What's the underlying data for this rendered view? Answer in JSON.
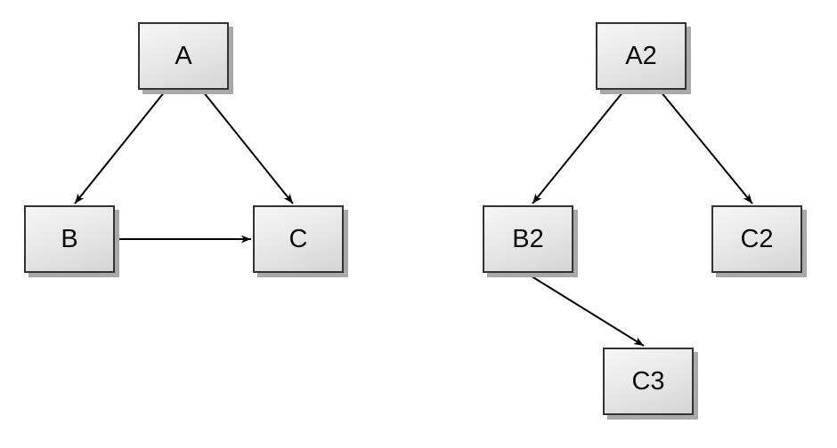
{
  "diagram": {
    "left_graph": {
      "nodes": [
        {
          "id": "A",
          "label": "A"
        },
        {
          "id": "B",
          "label": "B"
        },
        {
          "id": "C",
          "label": "C"
        }
      ],
      "edges": [
        {
          "from": "A",
          "to": "B"
        },
        {
          "from": "A",
          "to": "C"
        },
        {
          "from": "B",
          "to": "C"
        }
      ]
    },
    "right_graph": {
      "nodes": [
        {
          "id": "A2",
          "label": "A2"
        },
        {
          "id": "B2",
          "label": "B2"
        },
        {
          "id": "C2",
          "label": "C2"
        },
        {
          "id": "C3",
          "label": "C3"
        }
      ],
      "edges": [
        {
          "from": "A2",
          "to": "B2"
        },
        {
          "from": "A2",
          "to": "C2"
        },
        {
          "from": "B2",
          "to": "C3"
        }
      ]
    },
    "colors": {
      "background": "#ffffff",
      "node_fill_top": "#f6f6f6",
      "node_fill_bottom": "#d5d5d5",
      "node_border": "#333333",
      "node_shadow": "#a9a9a9",
      "arrow": "#000000",
      "label_text": "#0a0a0a"
    }
  }
}
